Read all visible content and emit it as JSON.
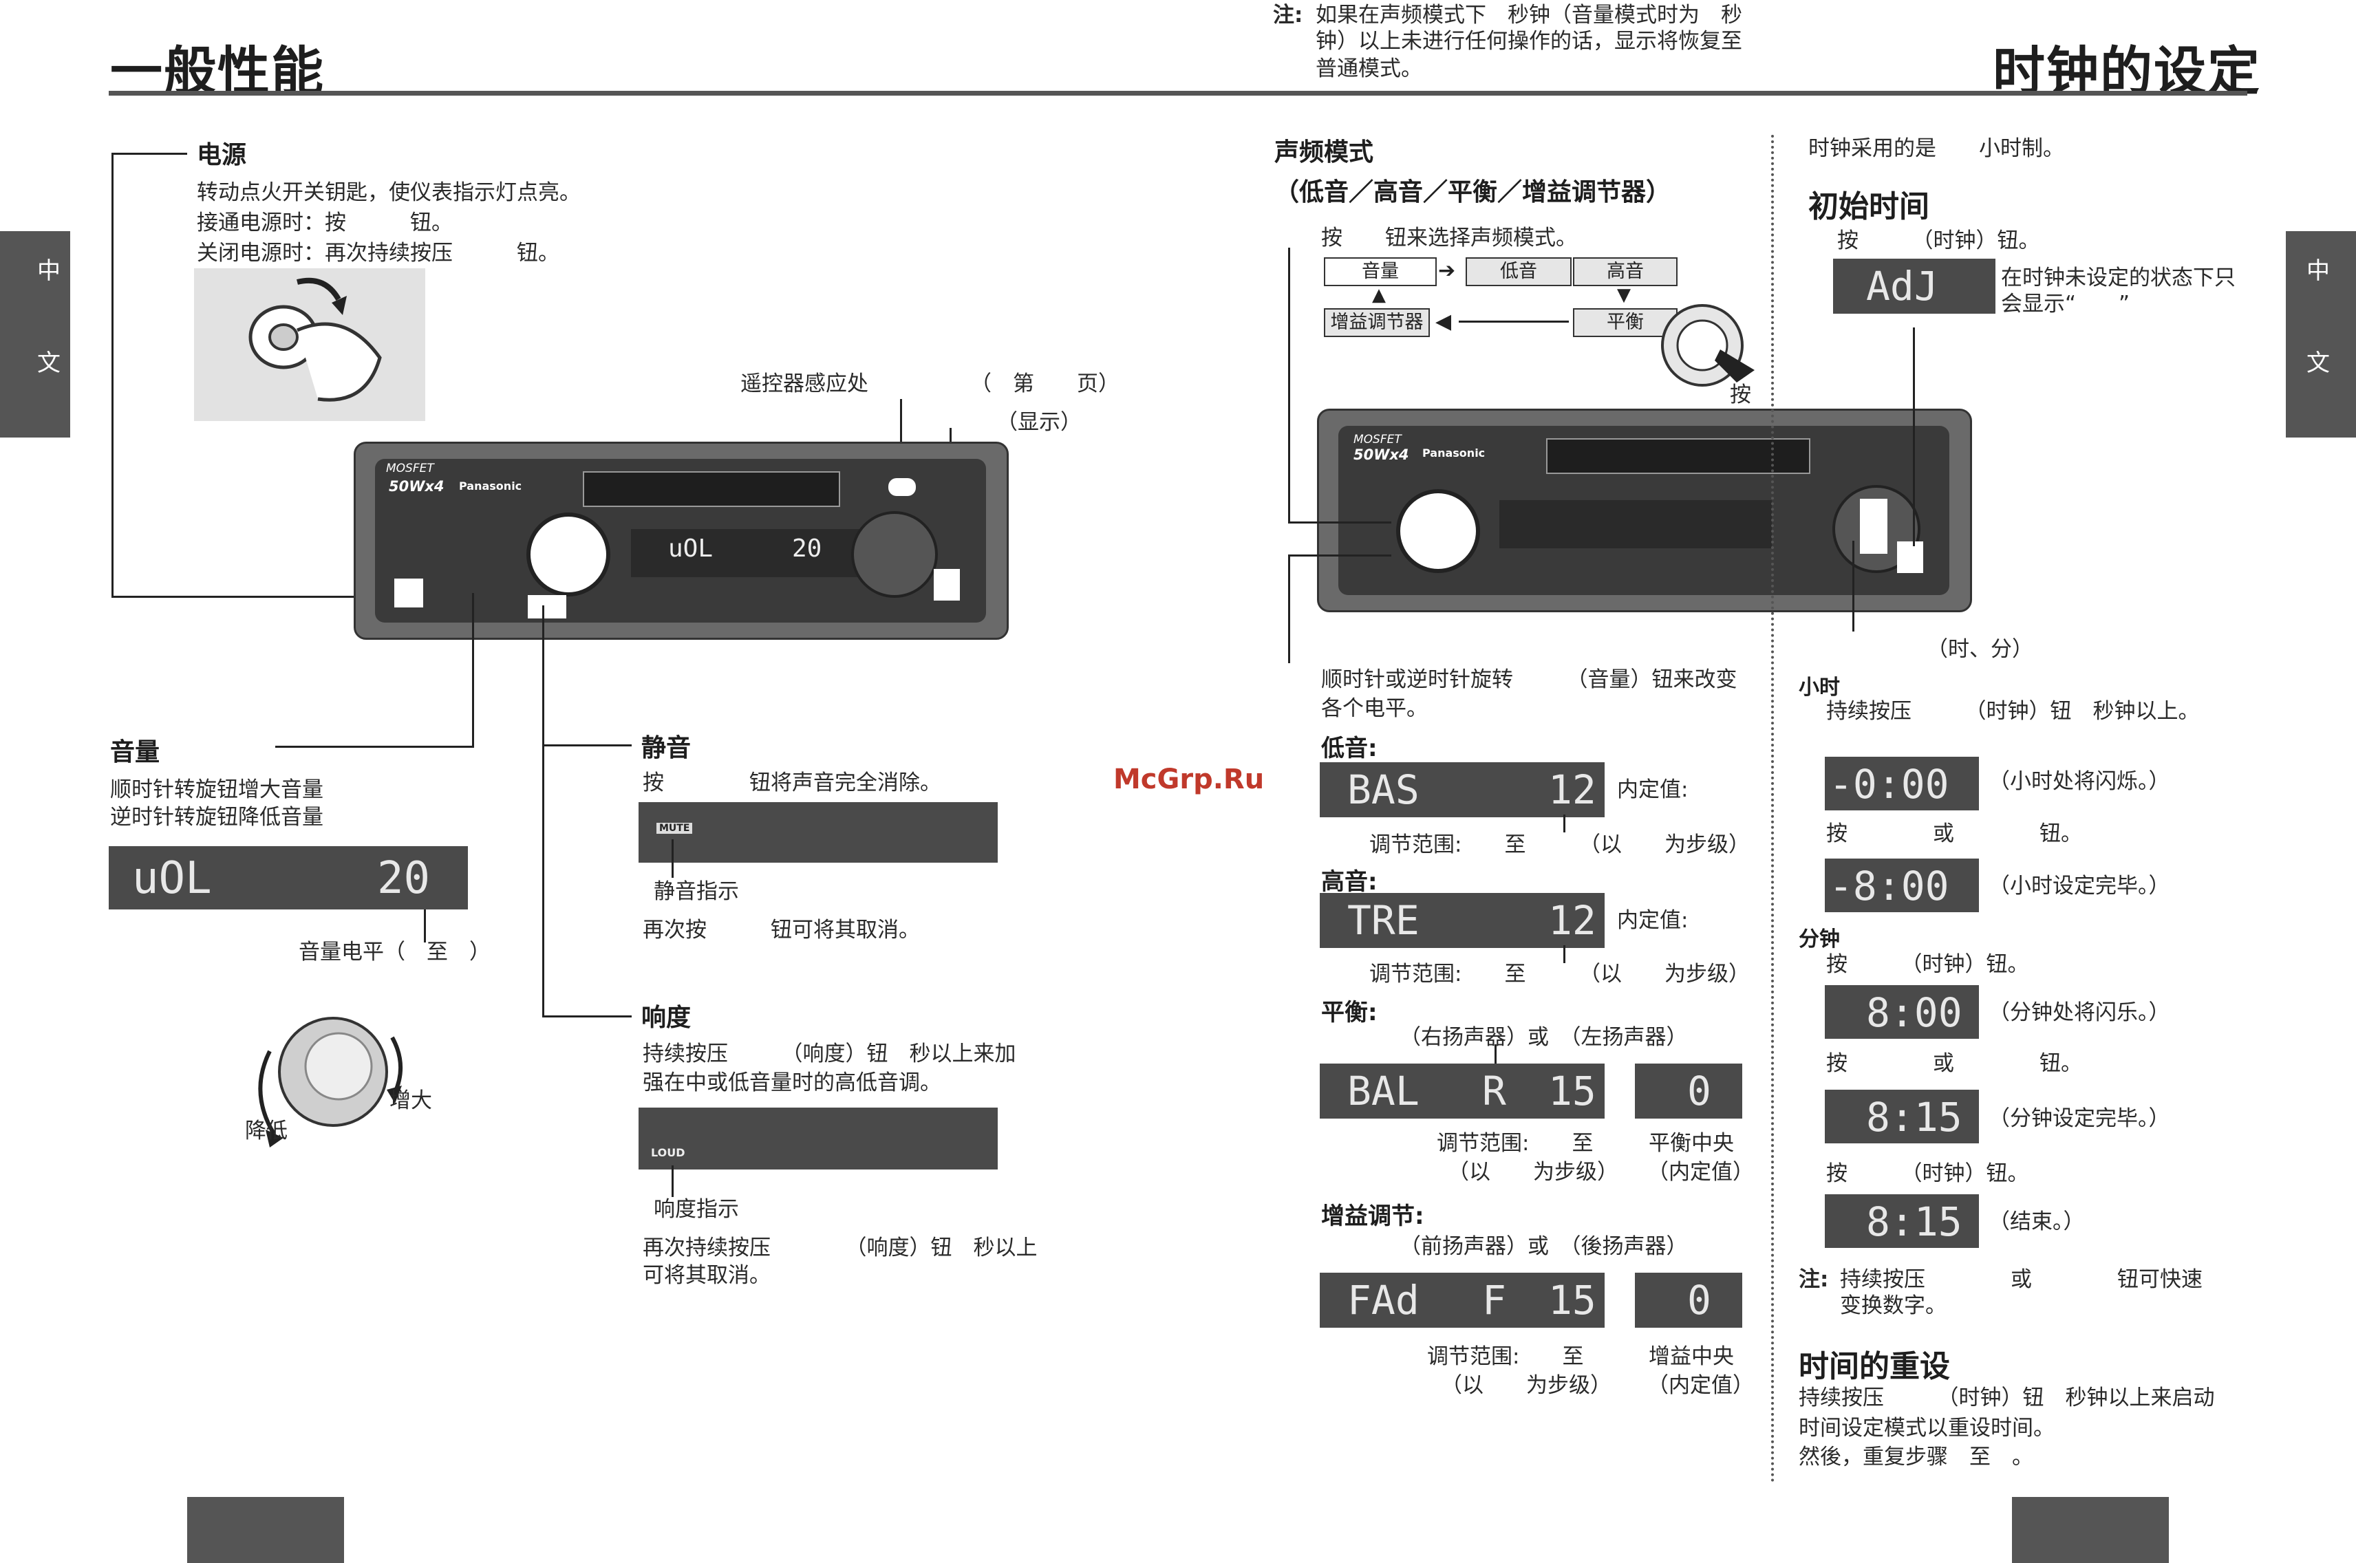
{
  "header": {
    "left_title": "一般性能",
    "right_title": "时钟的设定",
    "note_label": "注:",
    "note_lines": [
      "如果在声频模式下　秒钟（音量模式时为　秒",
      "钟）以上未进行任何操作的话，显示将恢复至",
      "普通模式。"
    ]
  },
  "side_tabs": {
    "left": [
      "中",
      "文"
    ],
    "right": [
      "中",
      "文"
    ]
  },
  "power": {
    "title": "电源",
    "lines": [
      "转动点火开关钥匙，使仪表指示灯点亮。",
      "接通电源时：按　　　钮。",
      "关闭电源时：再次持续按压　　　钮。"
    ]
  },
  "remote": {
    "sensor": "遥控器感应处",
    "page_ref": "（　第　　页）",
    "display_ref": "（显示）"
  },
  "device": {
    "brand": "Panasonic",
    "model": "50Wx4",
    "mosfet": "MOSFET",
    "lcd_left": "uOL",
    "lcd_right": "20"
  },
  "volume": {
    "title": "音量",
    "lines": [
      "顺时针转旋钮增大音量",
      "逆时针转旋钮降低音量"
    ],
    "lcd_left": "uOL",
    "lcd_right": "20",
    "level": "音量电平（　至　）",
    "decrease": "降低",
    "increase": "增大"
  },
  "mute": {
    "title": "静音",
    "line1": "按　　　　钮将声音完全消除。",
    "badge": "MUTE",
    "indicator": "静音指示",
    "cancel": "再次按　　　钮可将其取消。"
  },
  "loud": {
    "title": "响度",
    "lines": [
      "持续按压　　　（响度）钮　秒以上来加",
      "强在中或低音量时的高低音调。"
    ],
    "badge": "LOUD",
    "indicator": "响度指示",
    "cancel_lines": [
      "再次持续按压　　　　（响度）钮　秒以上",
      "可将其取消。"
    ]
  },
  "audio_mode": {
    "title_lines": [
      "声频模式",
      "（低音／高音／平衡／增益调节器）"
    ],
    "press": "按　　钮来选择声频模式。",
    "flow": {
      "volume": "音量",
      "bass": "低音",
      "treble": "高音",
      "balance": "平衡",
      "fader": "增益调节器"
    },
    "press_label": "按",
    "rotate_lines": [
      "顺时针或逆时针旋转　　　（音量）钮来改变",
      "各个电平。"
    ],
    "hour_min": "（时、分）",
    "bass": {
      "label": "低音:",
      "lcd_left": "BAS",
      "lcd_right": "12",
      "default": "内定值:",
      "range": "调节范围:　　至　　　（以　　为步级）"
    },
    "treble": {
      "label": "高音:",
      "lcd_left": "TRE",
      "lcd_right": "12",
      "default": "内定值:",
      "range": "调节范围:　　至　　　（以　　为步级）"
    },
    "balance": {
      "label": "平衡:",
      "sides": "（右扬声器）或　（左扬声器）",
      "lcd_left": "BAL",
      "lcd_mid": "R",
      "lcd_right": "15",
      "lcd_center": "0",
      "range1": "调节范围:　　至",
      "range2": "（以　　为步级）",
      "center1": "平衡中央",
      "center2": "（内定值）"
    },
    "fader": {
      "label": "增益调节:",
      "sides": "（前扬声器）或　（後扬声器）",
      "lcd_left": "FAd",
      "lcd_mid": "F",
      "lcd_right": "15",
      "lcd_center": "0",
      "range1": "调节范围:　　至",
      "range2": "（以　　为步级）",
      "center1": "增益中央",
      "center2": "（内定值）"
    }
  },
  "clock": {
    "system": "时钟采用的是　　小时制。",
    "initial_title": "初始时间",
    "press_clock": "按　　　（时钟）钮。",
    "adj_lcd": "AdJ",
    "adj_note": [
      "在时钟未设定的状态下只",
      "会显示“　　”"
    ],
    "hour_label": "小时",
    "hour_hold": "持续按压　　　（时钟）钮　秒钟以上。",
    "lcd1": "-0:00",
    "lcd1_note": "（小时处将闪烁。）",
    "press_or1": "按　　　　或　　　　钮。",
    "lcd2": "-8:00",
    "lcd2_note": "（小时设定完毕。）",
    "minute_label": "分钟",
    "press_clock2": "按　　　（时钟）钮。",
    "lcd3": "8:00",
    "lcd3_note": "（分钟处将闪乐。）",
    "press_or2": "按　　　　或　　　　钮。",
    "lcd4": "8:15",
    "lcd4_note": "（分钟设定完毕。）",
    "press_clock3": "按　　　（时钟）钮。",
    "lcd5": "8:15",
    "lcd5_note": "（结束。）",
    "note_label": "注:",
    "note_lines": [
      "持续按压　　　　或　　　　钮可快速",
      "变换数字。"
    ],
    "reset_title": "时间的重设",
    "reset_lines": [
      "持续按压　　　（时钟）钮　秒钟以上来启动",
      "时间设定模式以重设时间。",
      "然後，重复步骤　至　。"
    ]
  },
  "watermark": "McGrp.Ru"
}
